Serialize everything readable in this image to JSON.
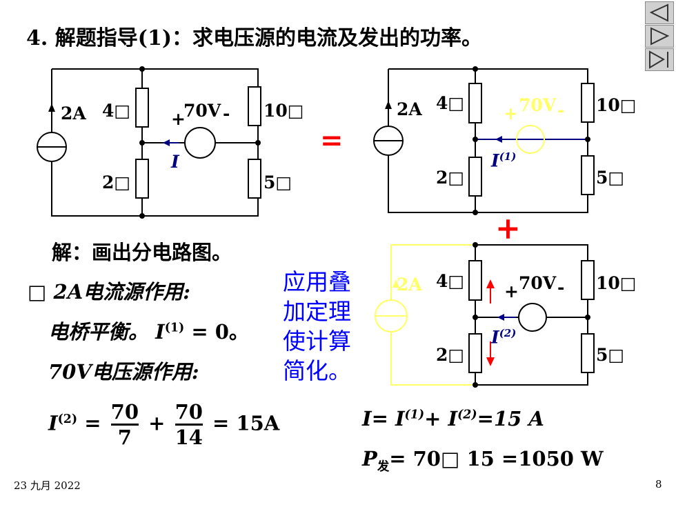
{
  "title": "4. 解题指导(1)：求电压源的电流及发出的功率。",
  "circuit": {
    "src_i": "2A",
    "src_v": "70V",
    "r4": "4□",
    "r10": "10□",
    "r2": "2□",
    "r5": "5□",
    "plus": "+",
    "minus": "-",
    "cur_i": "I",
    "cur_i1": "I",
    "sup1": "(1)",
    "cur_i2": "I",
    "sup2": "(2)"
  },
  "equals_sign": "=",
  "plus_sign": "+",
  "steps": {
    "solve_intro": "解：画出分电路图。",
    "step1_marker": "□",
    "step1_head": "2A电流源作用:",
    "step1_body": "电桥平衡。",
    "i1_sym": "I",
    "i1_sup": "(1)",
    "i1_value": " = 0。",
    "step2_head": "70V电压源作用:"
  },
  "note": {
    "line1": "应用叠",
    "line2": "加定理",
    "line3": "使计算",
    "line4": "简化。"
  },
  "formula_i2": {
    "sym": "I",
    "sup": "(2)",
    "eq": "=",
    "frac1_num": "70",
    "frac1_den": "7",
    "op": "+",
    "frac2_num": "70",
    "frac2_den": "14",
    "result": "= 15A"
  },
  "formula_total": {
    "text_a": "I= I",
    "sup1": "(1)",
    "text_b": "+ I",
    "sup2": "(2)",
    "text_c": "=15 A"
  },
  "formula_power": {
    "p": "P",
    "sub": "发",
    "text": "= 70□ 15 =1050 W"
  },
  "footer": {
    "date": "23 九月 2022",
    "page": "8"
  },
  "colors": {
    "accent_red": "#ff0000",
    "blue": "#0000ff",
    "navy": "#000080",
    "ghost_yellow": "#ffff66"
  }
}
